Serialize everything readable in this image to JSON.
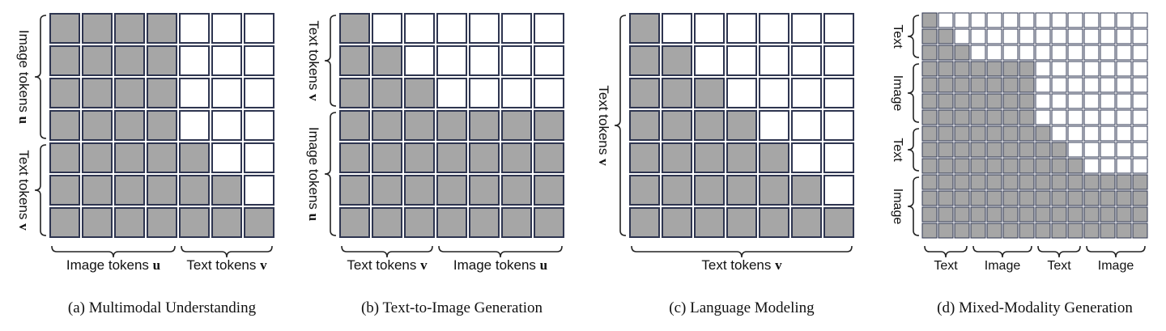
{
  "colors": {
    "filled": "#a6a6a6",
    "empty": "#ffffff",
    "border": "#2e3550"
  },
  "panels": [
    {
      "id": "a",
      "caption": "(a) Multimodal Understanding",
      "n": 7,
      "mask": [
        [
          1,
          1,
          1,
          1,
          0,
          0,
          0
        ],
        [
          1,
          1,
          1,
          1,
          0,
          0,
          0
        ],
        [
          1,
          1,
          1,
          1,
          0,
          0,
          0
        ],
        [
          1,
          1,
          1,
          1,
          0,
          0,
          0
        ],
        [
          1,
          1,
          1,
          1,
          1,
          0,
          0
        ],
        [
          1,
          1,
          1,
          1,
          1,
          1,
          0
        ],
        [
          1,
          1,
          1,
          1,
          1,
          1,
          1
        ]
      ],
      "row_groups": [
        {
          "label": "Image tokens ",
          "symbol": "u",
          "from": 0,
          "to": 3
        },
        {
          "label": "Text tokens ",
          "symbol": "v",
          "from": 4,
          "to": 6
        }
      ],
      "col_groups": [
        {
          "label": "Image tokens ",
          "symbol": "u",
          "from": 0,
          "to": 3
        },
        {
          "label": "Text tokens ",
          "symbol": "v",
          "from": 4,
          "to": 6
        }
      ]
    },
    {
      "id": "b",
      "caption": "(b) Text-to-Image Generation",
      "n": 7,
      "mask": [
        [
          1,
          0,
          0,
          0,
          0,
          0,
          0
        ],
        [
          1,
          1,
          0,
          0,
          0,
          0,
          0
        ],
        [
          1,
          1,
          1,
          0,
          0,
          0,
          0
        ],
        [
          1,
          1,
          1,
          1,
          1,
          1,
          1
        ],
        [
          1,
          1,
          1,
          1,
          1,
          1,
          1
        ],
        [
          1,
          1,
          1,
          1,
          1,
          1,
          1
        ],
        [
          1,
          1,
          1,
          1,
          1,
          1,
          1
        ]
      ],
      "row_groups": [
        {
          "label": "Text tokens ",
          "symbol": "v",
          "from": 0,
          "to": 2
        },
        {
          "label": "Image tokens ",
          "symbol": "u",
          "from": 3,
          "to": 6
        }
      ],
      "col_groups": [
        {
          "label": "Text tokens ",
          "symbol": "v",
          "from": 0,
          "to": 2
        },
        {
          "label": "Image tokens ",
          "symbol": "u",
          "from": 3,
          "to": 6
        }
      ]
    },
    {
      "id": "c",
      "caption": "(c) Language Modeling",
      "n": 7,
      "mask": [
        [
          1,
          0,
          0,
          0,
          0,
          0,
          0
        ],
        [
          1,
          1,
          0,
          0,
          0,
          0,
          0
        ],
        [
          1,
          1,
          1,
          0,
          0,
          0,
          0
        ],
        [
          1,
          1,
          1,
          1,
          0,
          0,
          0
        ],
        [
          1,
          1,
          1,
          1,
          1,
          0,
          0
        ],
        [
          1,
          1,
          1,
          1,
          1,
          1,
          0
        ],
        [
          1,
          1,
          1,
          1,
          1,
          1,
          1
        ]
      ],
      "row_groups": [
        {
          "label": "Text tokens ",
          "symbol": "v",
          "from": 0,
          "to": 6
        }
      ],
      "col_groups": [
        {
          "label": "Text tokens ",
          "symbol": "v",
          "from": 0,
          "to": 6
        }
      ]
    },
    {
      "id": "d",
      "caption": "(d) Mixed-Modality Generation",
      "n": 14,
      "mask": [
        [
          1,
          0,
          0,
          0,
          0,
          0,
          0,
          0,
          0,
          0,
          0,
          0,
          0,
          0
        ],
        [
          1,
          1,
          0,
          0,
          0,
          0,
          0,
          0,
          0,
          0,
          0,
          0,
          0,
          0
        ],
        [
          1,
          1,
          1,
          0,
          0,
          0,
          0,
          0,
          0,
          0,
          0,
          0,
          0,
          0
        ],
        [
          1,
          1,
          1,
          1,
          1,
          1,
          1,
          0,
          0,
          0,
          0,
          0,
          0,
          0
        ],
        [
          1,
          1,
          1,
          1,
          1,
          1,
          1,
          0,
          0,
          0,
          0,
          0,
          0,
          0
        ],
        [
          1,
          1,
          1,
          1,
          1,
          1,
          1,
          0,
          0,
          0,
          0,
          0,
          0,
          0
        ],
        [
          1,
          1,
          1,
          1,
          1,
          1,
          1,
          0,
          0,
          0,
          0,
          0,
          0,
          0
        ],
        [
          1,
          1,
          1,
          1,
          1,
          1,
          1,
          1,
          0,
          0,
          0,
          0,
          0,
          0
        ],
        [
          1,
          1,
          1,
          1,
          1,
          1,
          1,
          1,
          1,
          0,
          0,
          0,
          0,
          0
        ],
        [
          1,
          1,
          1,
          1,
          1,
          1,
          1,
          1,
          1,
          1,
          0,
          0,
          0,
          0
        ],
        [
          1,
          1,
          1,
          1,
          1,
          1,
          1,
          1,
          1,
          1,
          1,
          1,
          1,
          1
        ],
        [
          1,
          1,
          1,
          1,
          1,
          1,
          1,
          1,
          1,
          1,
          1,
          1,
          1,
          1
        ],
        [
          1,
          1,
          1,
          1,
          1,
          1,
          1,
          1,
          1,
          1,
          1,
          1,
          1,
          1
        ],
        [
          1,
          1,
          1,
          1,
          1,
          1,
          1,
          1,
          1,
          1,
          1,
          1,
          1,
          1
        ]
      ],
      "row_groups": [
        {
          "label": "Text",
          "symbol": "",
          "from": 0,
          "to": 2
        },
        {
          "label": "Image",
          "symbol": "",
          "from": 3,
          "to": 6
        },
        {
          "label": "Text",
          "symbol": "",
          "from": 7,
          "to": 9
        },
        {
          "label": "Image",
          "symbol": "",
          "from": 10,
          "to": 13
        }
      ],
      "col_groups": [
        {
          "label": "Text",
          "symbol": "",
          "from": 0,
          "to": 2
        },
        {
          "label": "Image",
          "symbol": "",
          "from": 3,
          "to": 6
        },
        {
          "label": "Text",
          "symbol": "",
          "from": 7,
          "to": 9
        },
        {
          "label": "Image",
          "symbol": "",
          "from": 10,
          "to": 13
        }
      ]
    }
  ]
}
